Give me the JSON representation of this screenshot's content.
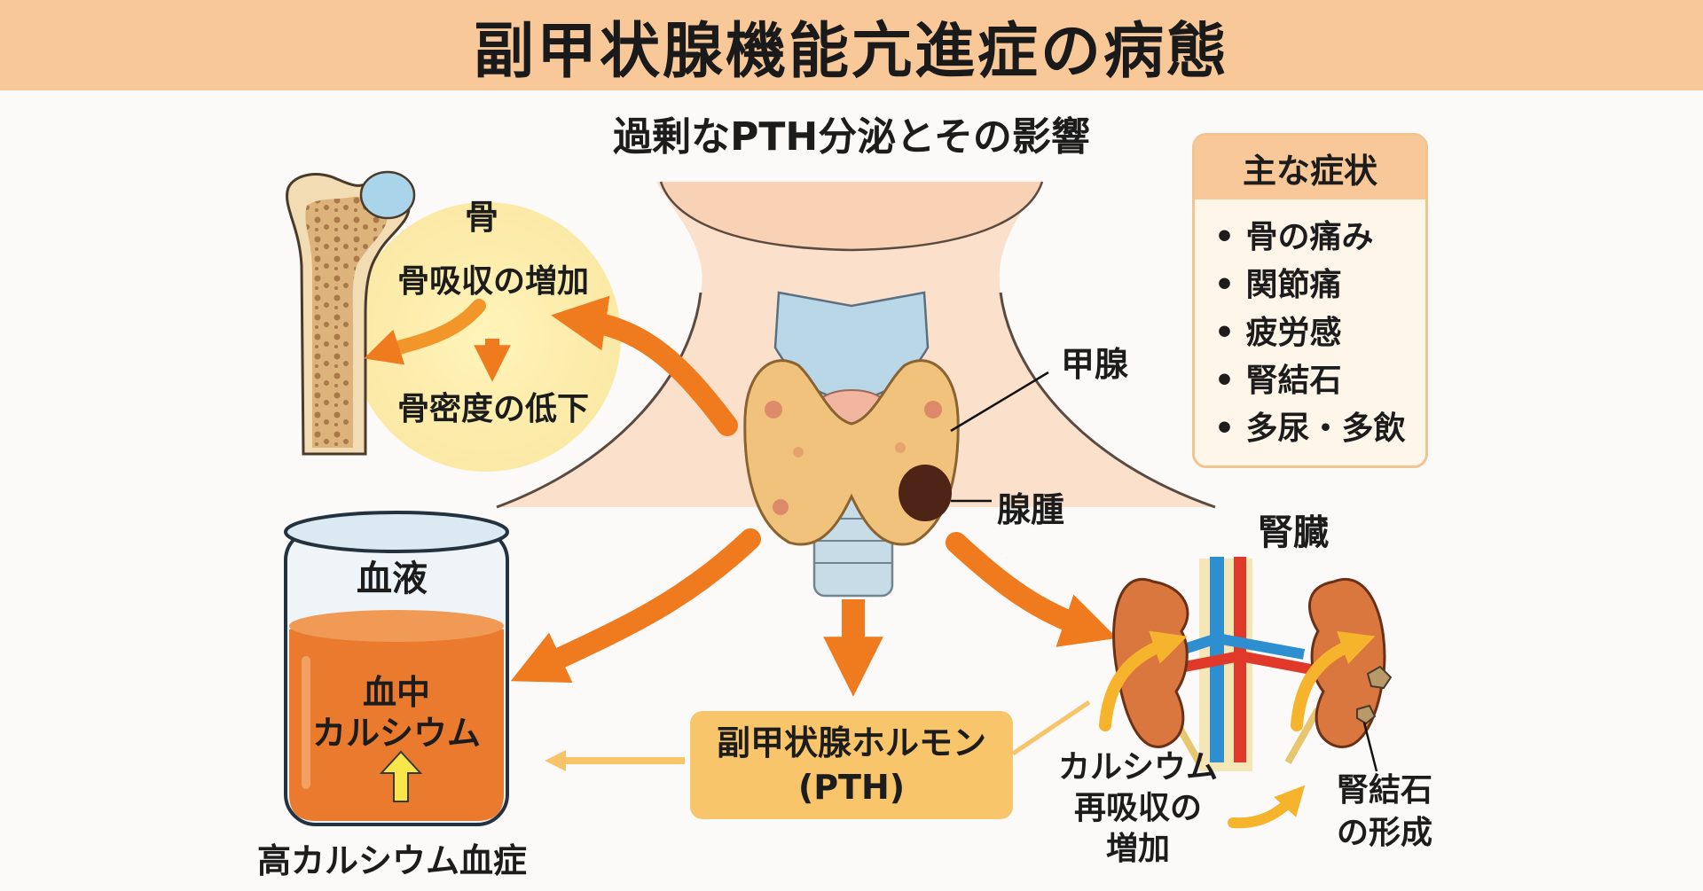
{
  "title": "副甲状腺機能亢進症の病態",
  "subtitle": "過剰なPTH分泌とその影響",
  "bone": {
    "label": "骨",
    "effect1": "骨吸収の増加",
    "effect2": "骨密度の低下"
  },
  "thyroid_label": "甲腺",
  "adenoma_label": "腺腫",
  "symptoms": {
    "heading": "主な症状",
    "items": [
      "骨の痛み",
      "関節痛",
      "疲労感",
      "腎結石",
      "多尿・多飲"
    ]
  },
  "blood": {
    "label": "血液",
    "inner_line1": "血中",
    "inner_line2": "カルシウム",
    "caption": "高カルシウム血症"
  },
  "hormone": {
    "line1": "副甲状腺ホルモン",
    "line2": "(PTH)"
  },
  "kidney": {
    "label": "腎臓",
    "reabsorption_line1": "カルシウム",
    "reabsorption_line2": "再吸収の",
    "reabsorption_line3": "増加",
    "stone_line1": "腎結石",
    "stone_line2": "の形成"
  },
  "colors": {
    "title_bar": "#f8c898",
    "arrow_orange": "#f07a1e",
    "arrow_yellow": "#f6b42c",
    "blood_fluid": "#ea7a2e",
    "gland": "#f0c27c",
    "kidney": "#d9773f",
    "artery": "#e0392a",
    "vein": "#2e8fd0"
  },
  "icons": [
    "bone-icon",
    "neck-icon",
    "thyroid-cartilage-icon",
    "parathyroid-gland-icon",
    "adenoma-icon",
    "trachea-icon",
    "beaker-icon",
    "kidney-icon",
    "kidney-stone-icon",
    "up-arrow-icon"
  ]
}
